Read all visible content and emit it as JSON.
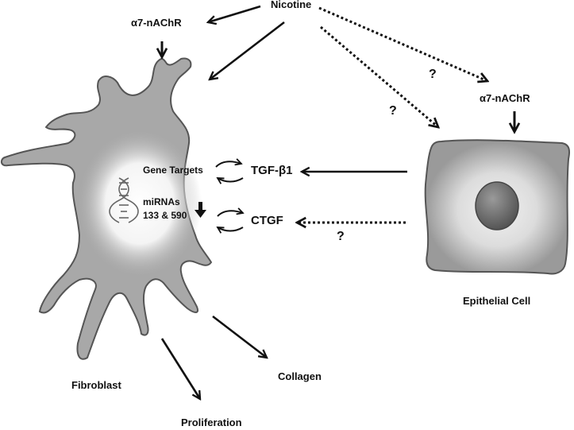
{
  "labels": {
    "nicotine": "Nicotine",
    "receptor_left": "α7-nAChR",
    "receptor_right": "α7-nAChR",
    "gene_targets": "Gene Targets",
    "tgf": "TGF-β1",
    "mirnas_line1": "miRNAs",
    "mirnas_line2": "133 & 590",
    "ctgf": "CTGF",
    "epithelial_cell": "Epithelial Cell",
    "fibroblast": "Fibroblast",
    "collagen": "Collagen",
    "proliferation": "Proliferation"
  },
  "question_marks": [
    "?",
    "?",
    "?"
  ],
  "colors": {
    "arrow": "#111111",
    "fibroblast_body": "#a7a7a7",
    "fibroblast_outline": "#555555",
    "nucleus_glow": "#f7f7f7",
    "epithelial_body": "#9a9a9a",
    "epithelial_glow": "#e4e4e4",
    "epithelial_nucleus": "#6e6e6e"
  }
}
